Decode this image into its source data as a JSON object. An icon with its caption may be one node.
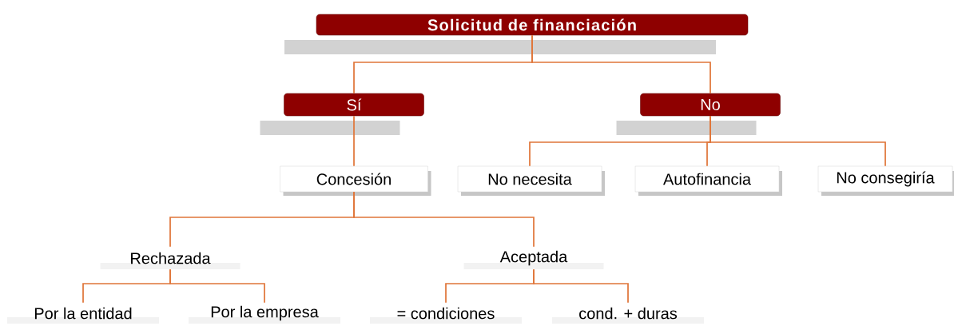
{
  "diagram": {
    "nodes": [
      {
        "text": [
          "Solicitud de financiación"
        ]
      },
      {
        "text": [
          "Sí"
        ]
      },
      {
        "text": [
          "No"
        ]
      },
      {
        "text": [
          "Concesión"
        ]
      },
      {
        "text": [
          "No necesita"
        ]
      },
      {
        "text": [
          "Autofinancia"
        ]
      },
      {
        "text": [
          "No consegiría"
        ]
      },
      {
        "text": [
          "Rechazada"
        ]
      },
      {
        "text": [
          "Aceptada"
        ]
      },
      {
        "text": [
          "Por la entidad"
        ]
      },
      {
        "text": [
          "Por la empresa"
        ]
      },
      {
        "text": [
          "= condiciones"
        ]
      },
      {
        "text": [
          "cond. + duras"
        ]
      }
    ],
    "edges": [
      {
        "from": 0,
        "to": 1,
        "arrow": "none"
      },
      {
        "from": 0,
        "to": 2,
        "arrow": "none"
      },
      {
        "from": 1,
        "to": 3,
        "arrow": "none"
      },
      {
        "from": 2,
        "to": 4,
        "arrow": "none"
      },
      {
        "from": 2,
        "to": 5,
        "arrow": "none"
      },
      {
        "from": 2,
        "to": 6,
        "arrow": "none"
      },
      {
        "from": 3,
        "to": 7,
        "arrow": "none"
      },
      {
        "from": 3,
        "to": 8,
        "arrow": "none"
      },
      {
        "from": 7,
        "to": 9,
        "arrow": "none"
      },
      {
        "from": 7,
        "to": 10,
        "arrow": "none"
      },
      {
        "from": 8,
        "to": 11,
        "arrow": "none"
      },
      {
        "from": 8,
        "to": 12,
        "arrow": "none"
      }
    ]
  }
}
